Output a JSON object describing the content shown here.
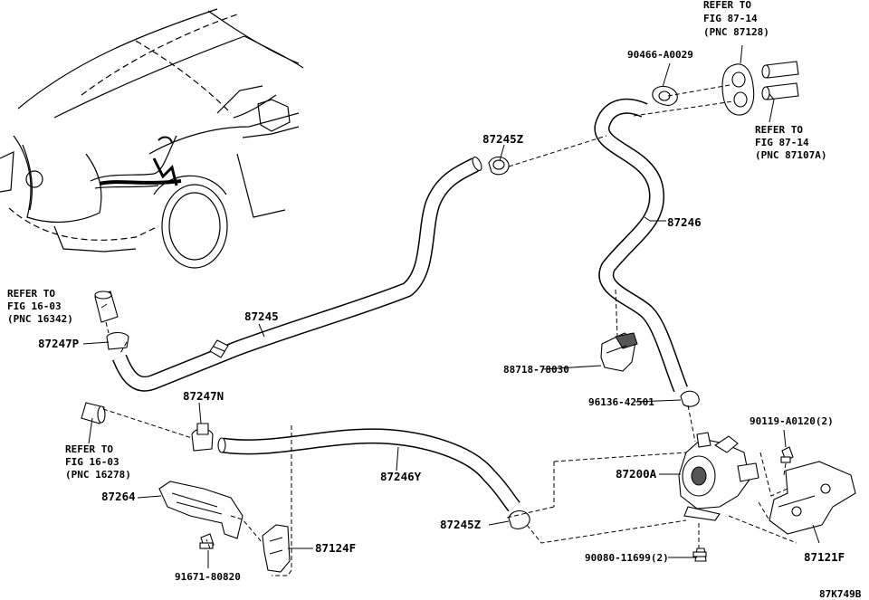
{
  "diagram_id": "87K749B",
  "callouts": {
    "ref_87128": [
      "REFER TO",
      "FIG 87-14",
      "(PNC 87128)"
    ],
    "ref_87107a": [
      "REFER TO",
      "FIG 87-14",
      "(PNC 87107A)"
    ],
    "ref_16342": [
      "REFER TO",
      "FIG 16-03",
      "(PNC 16342)"
    ],
    "ref_16278": [
      "REFER TO",
      "FIG 16-03",
      "(PNC 16278)"
    ]
  },
  "labels": {
    "p90466": "90466-A0029",
    "p87245z_top": "87245Z",
    "p87246": "87246",
    "p87245": "87245",
    "p87247p": "87247P",
    "p88718": "88718-78030",
    "p96136": "96136-42501",
    "p90119": "90119-A0120(2)",
    "p87247n": "87247N",
    "p87200a": "87200A",
    "p87246y": "87246Y",
    "p87264": "87264",
    "p87245z_bot": "87245Z",
    "p87124f": "87124F",
    "p90080": "90080-11699(2)",
    "p87121f": "87121F",
    "p91671": "91671-80820"
  }
}
